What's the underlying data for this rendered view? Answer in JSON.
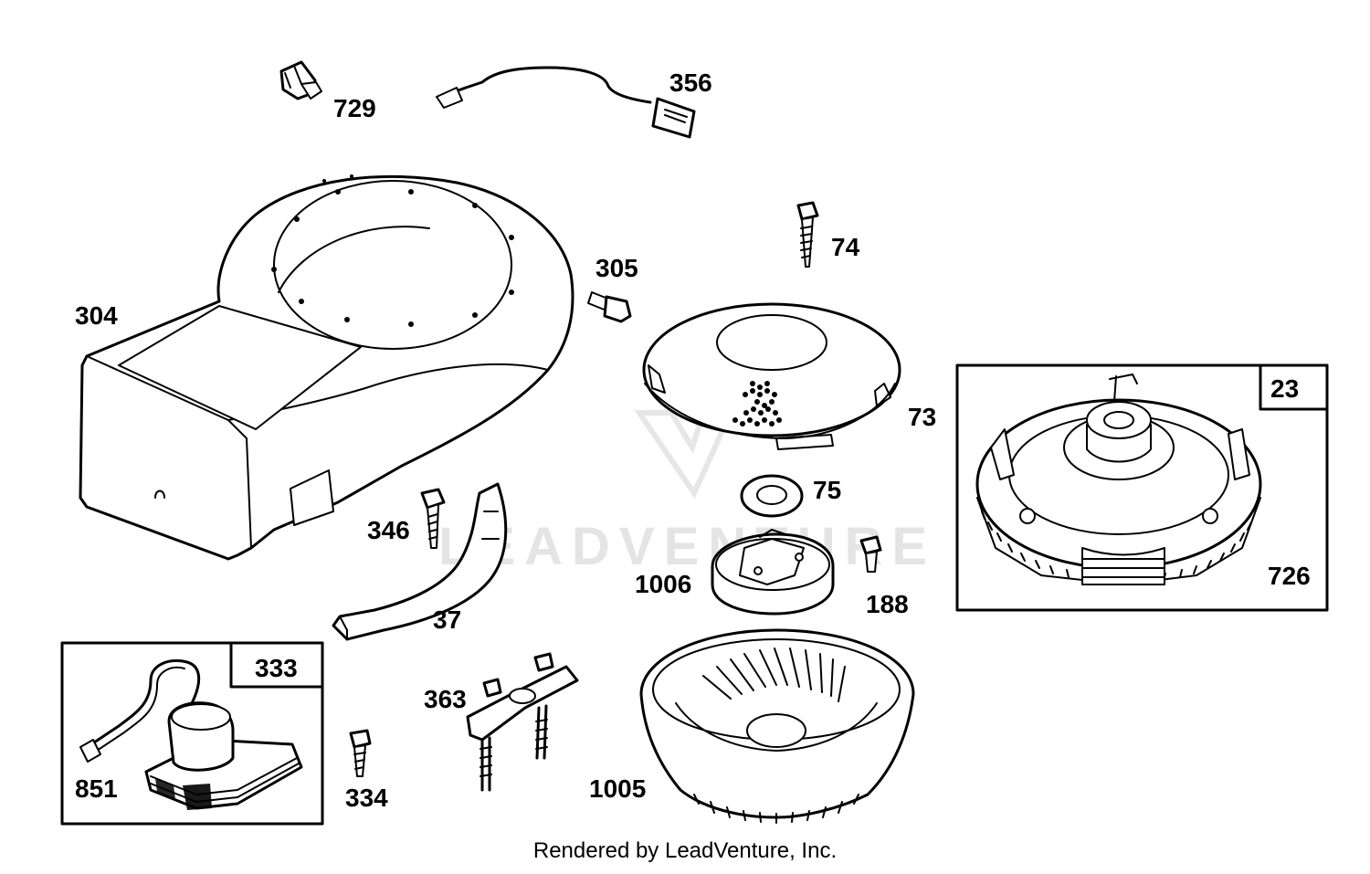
{
  "watermark": {
    "text": "LEADVENTURE"
  },
  "footer": {
    "credit": "Rendered by LeadVenture, Inc."
  },
  "callouts": {
    "p729": "729",
    "p356": "356",
    "p304": "304",
    "p305": "305",
    "p74": "74",
    "p73": "73",
    "p75": "75",
    "p23": "23",
    "p726": "726",
    "p346": "346",
    "p37": "37",
    "p1006": "1006",
    "p188": "188",
    "p333": "333",
    "p851": "851",
    "p363": "363",
    "p334": "334",
    "p1005": "1005"
  }
}
